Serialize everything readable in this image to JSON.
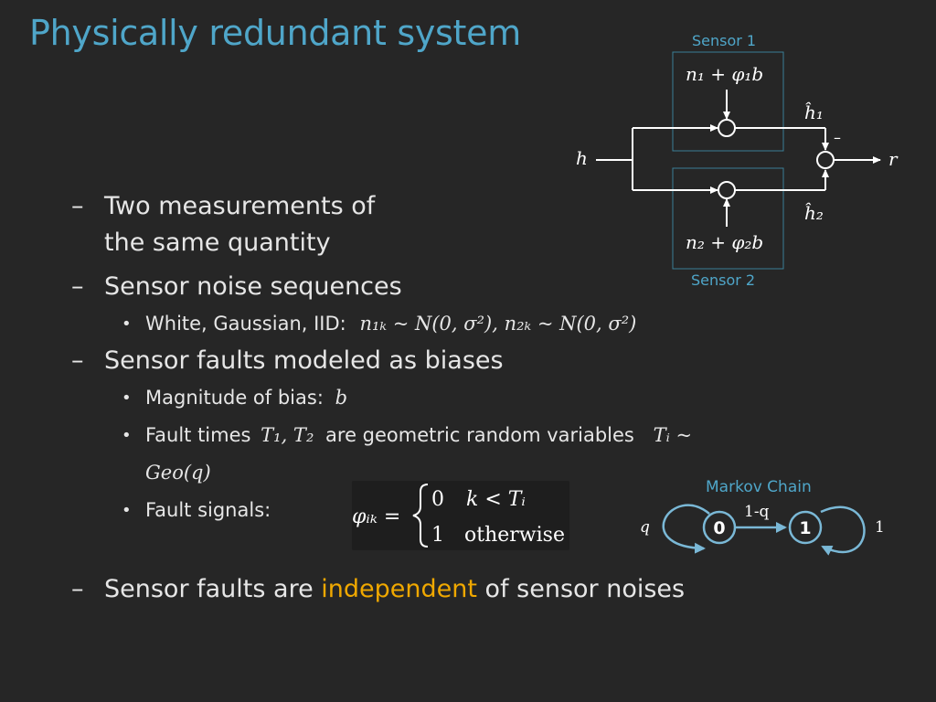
{
  "slide": {
    "title": "Physically redundant system"
  },
  "bullets": {
    "b1_line1": "Two measurements of",
    "b1_line2": "the same quantity",
    "b2": "Sensor noise sequences",
    "b2_sub_label": "White, Gaussian, IID:",
    "b3": "Sensor faults modeled as biases",
    "b3_sub1_label": "Magnitude of bias:",
    "b3_sub2_label": "Fault times",
    "b3_sub2_mid": "are geometric random variables",
    "b3_sub3_label": "Fault signals:",
    "b4_pre": "Sensor faults are ",
    "b4_highlight": "independent",
    "b4_post": " of sensor noises"
  },
  "math": {
    "noise_expr": "n₁ₖ ~ N(0, σ²),  n₂ₖ ~ N(0, σ²)",
    "bias_symbol": "b",
    "fault_times": "T₁, T₂",
    "geo_dist": "Tᵢ ~ Geo(q)",
    "fault_lhs": "φᵢₖ =",
    "case1_val": "0",
    "case1_cond": "k < Tᵢ",
    "case2_val": "1",
    "case2_cond": "otherwise"
  },
  "block_diagram": {
    "sensor1_label": "Sensor 1",
    "sensor2_label": "Sensor 2",
    "input_label": "h",
    "output_label": "r",
    "sensor1_input": "n₁ + φ₁b",
    "sensor2_input": "n₂ + φ₂b",
    "est1_label": "ĥ₁",
    "est2_label": "ĥ₂",
    "minus_sign": "–"
  },
  "markov_chain": {
    "title": "Markov Chain",
    "state0": "0",
    "state1": "1",
    "self_loop_0": "q",
    "transition_01": "1-q",
    "self_loop_1": "1"
  },
  "colors": {
    "background": "#262626",
    "accent": "#4fa6c9",
    "highlight": "#f0a800",
    "text": "#e6e6e6"
  }
}
